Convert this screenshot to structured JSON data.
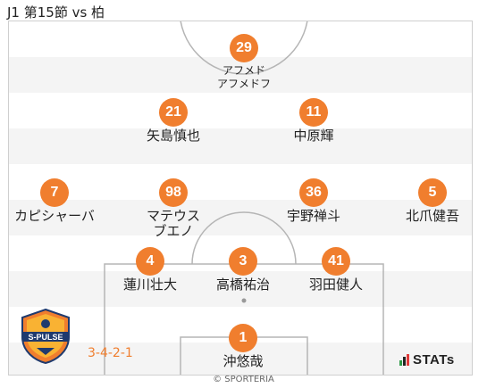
{
  "header": {
    "title": "J1 第15節 vs 柏"
  },
  "formation": "3-4-2-1",
  "brand": {
    "stats": "STATs",
    "copyright": "© SPORTERIA"
  },
  "club": {
    "crest_text": "S-PULSE"
  },
  "colors": {
    "accent": "#f07e2e",
    "pitch_light": "#ffffff",
    "pitch_dark": "#f4f4f4"
  },
  "players": [
    {
      "number": "29",
      "name": "アフメド\nアフメドフ"
    },
    {
      "number": "21",
      "name": "矢島慎也"
    },
    {
      "number": "11",
      "name": "中原輝"
    },
    {
      "number": "7",
      "name": "カピシャーバ"
    },
    {
      "number": "98",
      "name": "マテウス\nブエノ"
    },
    {
      "number": "36",
      "name": "宇野禅斗"
    },
    {
      "number": "5",
      "name": "北爪健吾"
    },
    {
      "number": "4",
      "name": "蓮川壮大"
    },
    {
      "number": "3",
      "name": "高橋祐治"
    },
    {
      "number": "41",
      "name": "羽田健人"
    },
    {
      "number": "1",
      "name": "沖悠哉"
    }
  ]
}
